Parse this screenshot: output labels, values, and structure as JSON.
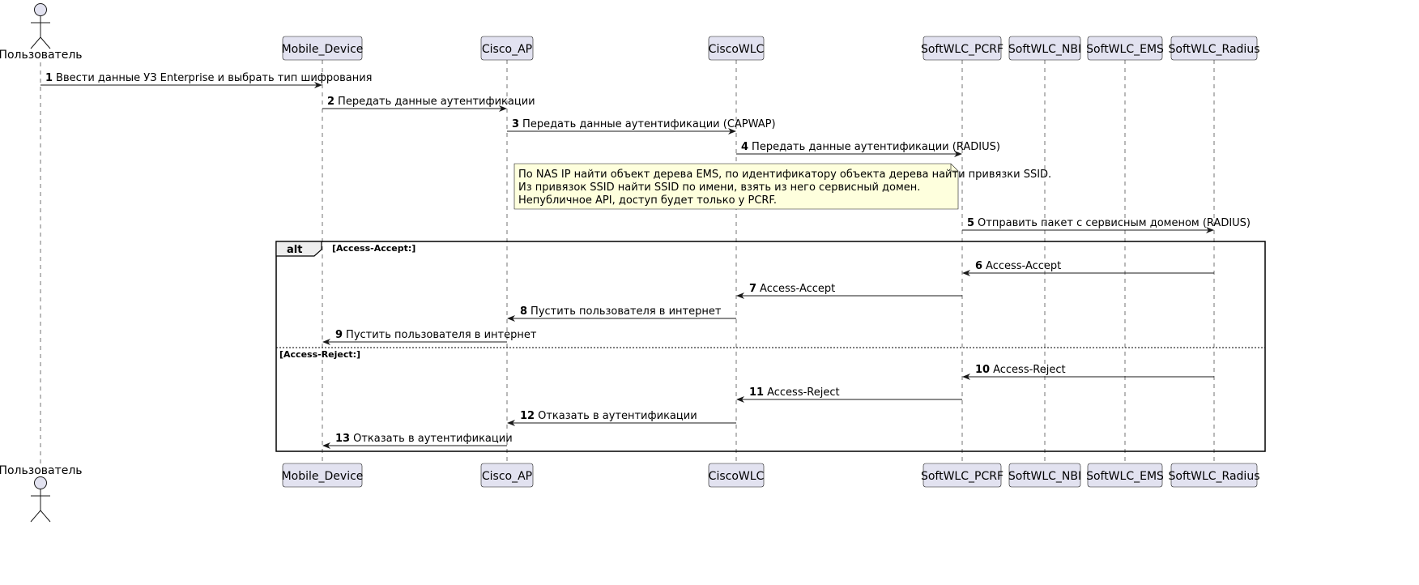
{
  "participants": [
    {
      "id": "user",
      "name": "Пользователь",
      "kind": "actor"
    },
    {
      "id": "mobile",
      "name": "Mobile_Device",
      "kind": "box"
    },
    {
      "id": "ap",
      "name": "Cisco_AP",
      "kind": "box"
    },
    {
      "id": "wlc",
      "name": "CiscoWLC",
      "kind": "box"
    },
    {
      "id": "pcrf",
      "name": "SoftWLC_PCRF",
      "kind": "box"
    },
    {
      "id": "nbi",
      "name": "SoftWLC_NBI",
      "kind": "box"
    },
    {
      "id": "ems",
      "name": "SoftWLC_EMS",
      "kind": "box"
    },
    {
      "id": "radius",
      "name": "SoftWLC_Radius",
      "kind": "box"
    }
  ],
  "messages": [
    {
      "n": "1",
      "from": "user",
      "to": "mobile",
      "text": "Ввести данные УЗ Enterprise и выбрать тип шифрования"
    },
    {
      "n": "2",
      "from": "mobile",
      "to": "ap",
      "text": "Передать данные аутентификации"
    },
    {
      "n": "3",
      "from": "ap",
      "to": "wlc",
      "text": "Передать данные аутентификации (CAPWAP)"
    },
    {
      "n": "4",
      "from": "wlc",
      "to": "pcrf",
      "text": "Передать данные аутентификации (RADIUS)"
    },
    {
      "n": "5",
      "from": "pcrf",
      "to": "radius",
      "text": "Отправить пакет с сервисным доменом (RADIUS)"
    },
    {
      "n": "6",
      "from": "radius",
      "to": "pcrf",
      "text": "Access-Accept"
    },
    {
      "n": "7",
      "from": "pcrf",
      "to": "wlc",
      "text": "Access-Accept"
    },
    {
      "n": "8",
      "from": "wlc",
      "to": "ap",
      "text": "Пустить пользователя в интернет"
    },
    {
      "n": "9",
      "from": "ap",
      "to": "mobile",
      "text": "Пустить пользователя в интернет"
    },
    {
      "n": "10",
      "from": "radius",
      "to": "pcrf",
      "text": "Access-Reject"
    },
    {
      "n": "11",
      "from": "pcrf",
      "to": "wlc",
      "text": "Access-Reject"
    },
    {
      "n": "12",
      "from": "wlc",
      "to": "ap",
      "text": "Отказать в аутентификации"
    },
    {
      "n": "13",
      "from": "ap",
      "to": "mobile",
      "text": "Отказать в аутентификации"
    }
  ],
  "note": {
    "lines": [
      "По NAS IP найти объект дерева EMS, по идентификатору объекта дерева найти привязки SSID.",
      "Из привязок SSID найти SSID по имени, взять из него сервисный домен.",
      "Непубличное API, доступ будет только у PCRF."
    ]
  },
  "alt": {
    "tag": "alt",
    "condition1": "[Access-Accept:]",
    "condition2": "[Access-Reject:]"
  },
  "colors": {
    "participant_fill": "#E2E2F0",
    "participant_border": "#181818",
    "note_fill": "#FEFFDD",
    "lifeline": "#181818"
  }
}
